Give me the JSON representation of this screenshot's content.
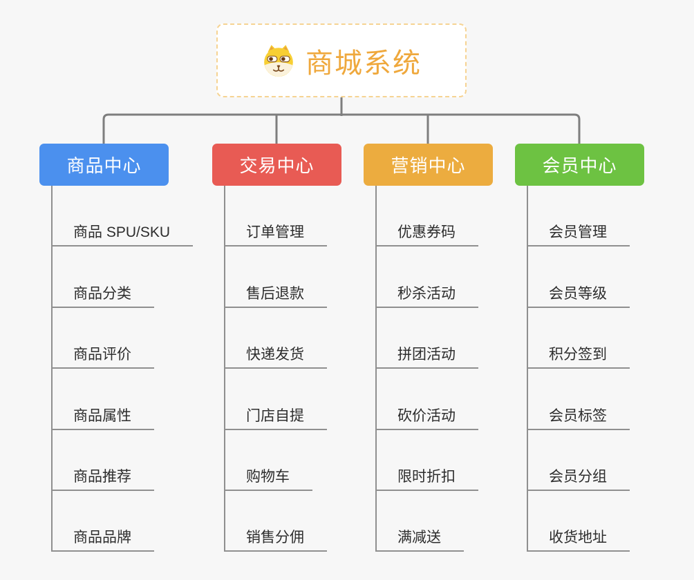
{
  "root": {
    "title": "商城系统",
    "title_color": "#efa83c",
    "icon": "shiba-dog-icon",
    "border_color": "#f6d392"
  },
  "branches": [
    {
      "label": "商品中心",
      "color": "#4b90ee",
      "children": [
        "商品 SPU/SKU",
        "商品分类",
        "商品评价",
        "商品属性",
        "商品推荐",
        "商品品牌"
      ]
    },
    {
      "label": "交易中心",
      "color": "#e85b54",
      "children": [
        "订单管理",
        "售后退款",
        "快递发货",
        "门店自提",
        "购物车",
        "销售分佣"
      ]
    },
    {
      "label": "营销中心",
      "color": "#ecac3f",
      "children": [
        "优惠券码",
        "秒杀活动",
        "拼团活动",
        "砍价活动",
        "限时折扣",
        "满减送"
      ]
    },
    {
      "label": "会员中心",
      "color": "#6dc242",
      "children": [
        "会员管理",
        "会员等级",
        "积分签到",
        "会员标签",
        "会员分组",
        "收货地址"
      ]
    }
  ],
  "line_color": "#7e7e7e"
}
